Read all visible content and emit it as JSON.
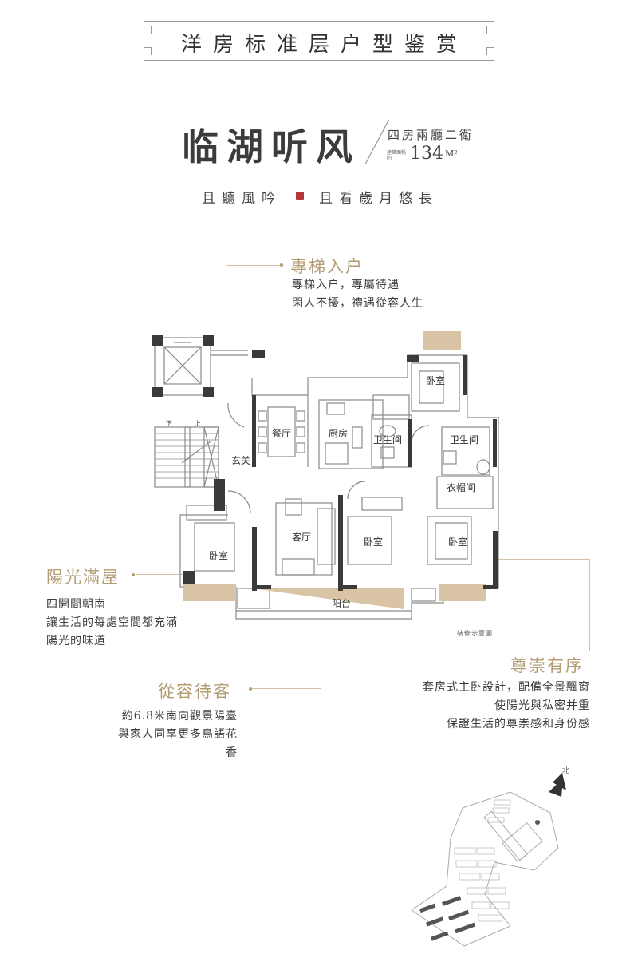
{
  "banner": {
    "title": "洋房标准层户型鉴赏"
  },
  "heading": {
    "title": "临湖听风",
    "layout_type": "四房兩廳二衛",
    "area_label": "建築面積約",
    "area_value": "134",
    "area_unit": "M²"
  },
  "subtitle": {
    "left": "且聽風吟",
    "right": "且看歲月悠長",
    "seal_icon": "red-seal"
  },
  "callouts": [
    {
      "title": "專梯入户",
      "lines": [
        "專梯入户，專屬待遇",
        "閑人不擾，禮遇從容人生"
      ]
    },
    {
      "title": "陽光滿屋",
      "lines": [
        "四開間朝南",
        "讓生活的每處空間都充滿",
        "陽光的味道"
      ]
    },
    {
      "title": "從容待客",
      "lines": [
        "約6.8米南向觀景陽臺",
        "與家人同享更多鳥語花香"
      ]
    },
    {
      "title": "尊崇有序",
      "lines": [
        "套房式主卧設計，配備全景飄窗",
        "使陽光與私密并重",
        "保證生活的尊崇感和身份感"
      ]
    }
  ],
  "floorplan": {
    "rooms": {
      "dining": "餐厅",
      "kitchen": "厨房",
      "bathroom1": "卫生间",
      "bathroom2": "卫生间",
      "foyer": "玄关",
      "cloakroom": "衣帽间",
      "living": "客厅",
      "bedroom_nw": "卧室",
      "bedroom_w": "卧室",
      "bedroom_mid": "卧室",
      "bedroom_e": "卧室",
      "balcony": "阳台"
    },
    "stairs_down": "下",
    "stairs_up": "上",
    "note": "裝修示意圖"
  },
  "site_map": {
    "north_label": "北",
    "north_icon": "north-arrow"
  },
  "colors": {
    "gold": "#b39c72",
    "balcony_fill": "#d9c4a5",
    "wall": "#3a3a3a",
    "seal": "#b4373a"
  }
}
